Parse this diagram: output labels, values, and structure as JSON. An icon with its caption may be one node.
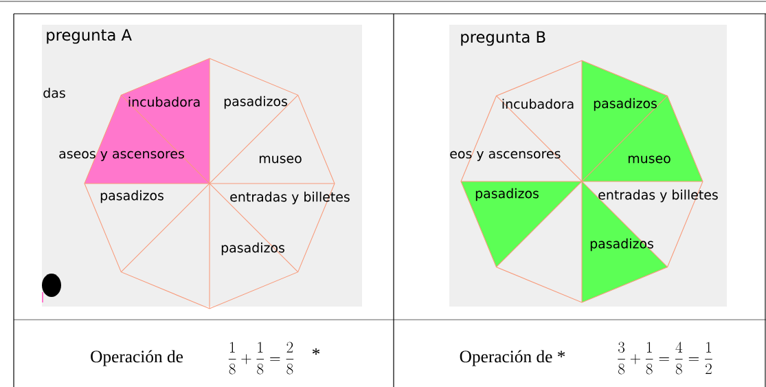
{
  "diagram": {
    "labels": [
      "pregunta A",
      "das",
      "incubadora",
      "pasadizos",
      "aseos y ascensores",
      "museo",
      "pasadizos",
      "entradas y billetes",
      "pasadizos",
      "pregunta B",
      "incubadora",
      "pasadizos",
      "eos y ascensores",
      "museo",
      "pasadizos",
      "entradas y billetes",
      "pasadizos",
      "Operación de",
      "\\frac{1}{8}+\\frac{1}{8}=\\frac{2}{8}",
      "*",
      "Operación de *",
      "\\frac{3}{8}+\\frac{1}{8}=\\frac{4}{8}=\\frac{1}{2}"
    ]
  }
}
